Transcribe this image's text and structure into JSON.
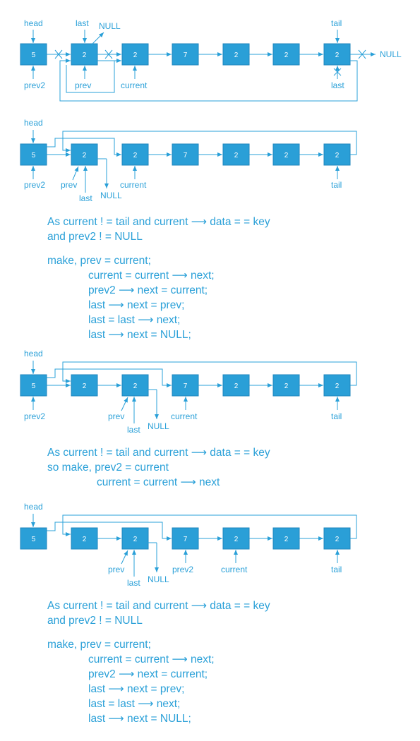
{
  "colors": {
    "primary": "#2aa0d8",
    "node_fill": "#2a9fd7",
    "node_text": "#ffffff"
  },
  "diagrams": [
    {
      "node_values": [
        "5",
        "2",
        "2",
        "7",
        "2",
        "2",
        "2"
      ],
      "labels": {
        "head": "head",
        "prev2": "prev2",
        "last1": "last",
        "null_top": "NULL",
        "prev": "prev",
        "current": "current",
        "tail": "tail",
        "null_right": "NULL",
        "last2": "last"
      }
    },
    {
      "node_values": [
        "5",
        "2",
        "2",
        "7",
        "2",
        "2",
        "2"
      ],
      "labels": {
        "head": "head",
        "prev2": "prev2",
        "prev": "prev",
        "last": "last",
        "null": "NULL",
        "current": "current",
        "tail": "tail"
      }
    },
    {
      "node_values": [
        "5",
        "2",
        "2",
        "7",
        "2",
        "2",
        "2"
      ],
      "labels": {
        "head": "head",
        "prev2": "prev2",
        "prev": "prev",
        "last": "last",
        "null": "NULL",
        "current": "current",
        "tail": "tail"
      }
    },
    {
      "node_values": [
        "5",
        "2",
        "2",
        "7",
        "2",
        "2",
        "2"
      ],
      "labels": {
        "head": "head",
        "prev": "prev",
        "last": "last",
        "null": "NULL",
        "prev2": "prev2",
        "current": "current",
        "tail": "tail"
      }
    }
  ],
  "code_blocks": [
    {
      "lines": [
        "As current ! = tail and current ⟶ data = = key",
        "and prev2 ! = NULL",
        "make,   prev = current;",
        "current = current ⟶ next;",
        "prev2 ⟶ next = current;",
        "last ⟶ next = prev;",
        "last = last ⟶ next;",
        "last ⟶ next = NULL;"
      ]
    },
    {
      "lines": [
        "As current ! = tail and current ⟶ data = = key",
        "so make, prev2 = current",
        "current = current ⟶ next"
      ]
    },
    {
      "lines": [
        "As current ! = tail and current ⟶ data = = key",
        "and prev2 ! = NULL",
        "make,   prev = current;",
        "current = current ⟶ next;",
        "prev2 ⟶ next = current;",
        "last ⟶ next = prev;",
        "last = last ⟶ next;",
        "last ⟶ next = NULL;"
      ]
    }
  ]
}
